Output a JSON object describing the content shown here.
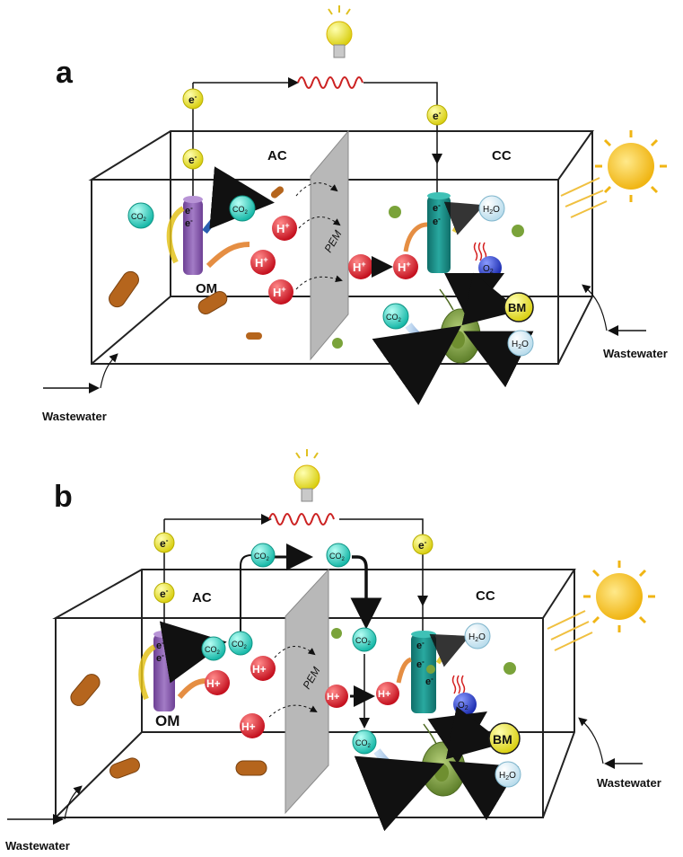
{
  "panels": [
    {
      "letter": "a",
      "anode_label": "AC",
      "cathode_label": "CC",
      "membrane_label": "PEM",
      "organic_matter_label": "OM",
      "biomass_label": "BM",
      "inlet_left_label": "Wastewater",
      "inlet_right_label": "Wastewater",
      "electron_label": "e",
      "electron_sup": "-",
      "proton_label": "H",
      "proton_sup": "+",
      "co2_label": "CO",
      "co2_sub": "2",
      "o2_label": "O",
      "o2_sub": "2",
      "h2o_label": "H",
      "h2o_sub": "2",
      "h2o_tail": "O"
    },
    {
      "letter": "b",
      "anode_label": "AC",
      "cathode_label": "CC",
      "membrane_label": "PEM",
      "organic_matter_label": "OM",
      "biomass_label": "BM",
      "inlet_left_label": "Wastewater",
      "inlet_right_label": "Wastewater",
      "electron_label": "e",
      "electron_sup": "-",
      "proton_label": "H+",
      "co2_label": "CO",
      "co2_sub": "2",
      "o2_label": "O",
      "o2_sub": "2",
      "h2o_label": "H",
      "h2o_sub": "2",
      "h2o_tail": "O"
    }
  ],
  "colors": {
    "electron": "#e8e227",
    "proton": "#e0202e",
    "co2": "#2ed6c4",
    "h2o": "#d9eef7",
    "o2": "#2b3fc9",
    "biomass": "#f0eb3a",
    "anode": "#8a5bb0",
    "cathode": "#1e8c86",
    "membrane": "#b4b4b4",
    "sun": "#f5c221",
    "bacteria": "#b5651d",
    "algae": "#7aa33a"
  },
  "icons": [
    "light-bulb-icon",
    "resistor-coil-icon",
    "sun-icon",
    "bacterium-icon",
    "microalga-icon"
  ]
}
